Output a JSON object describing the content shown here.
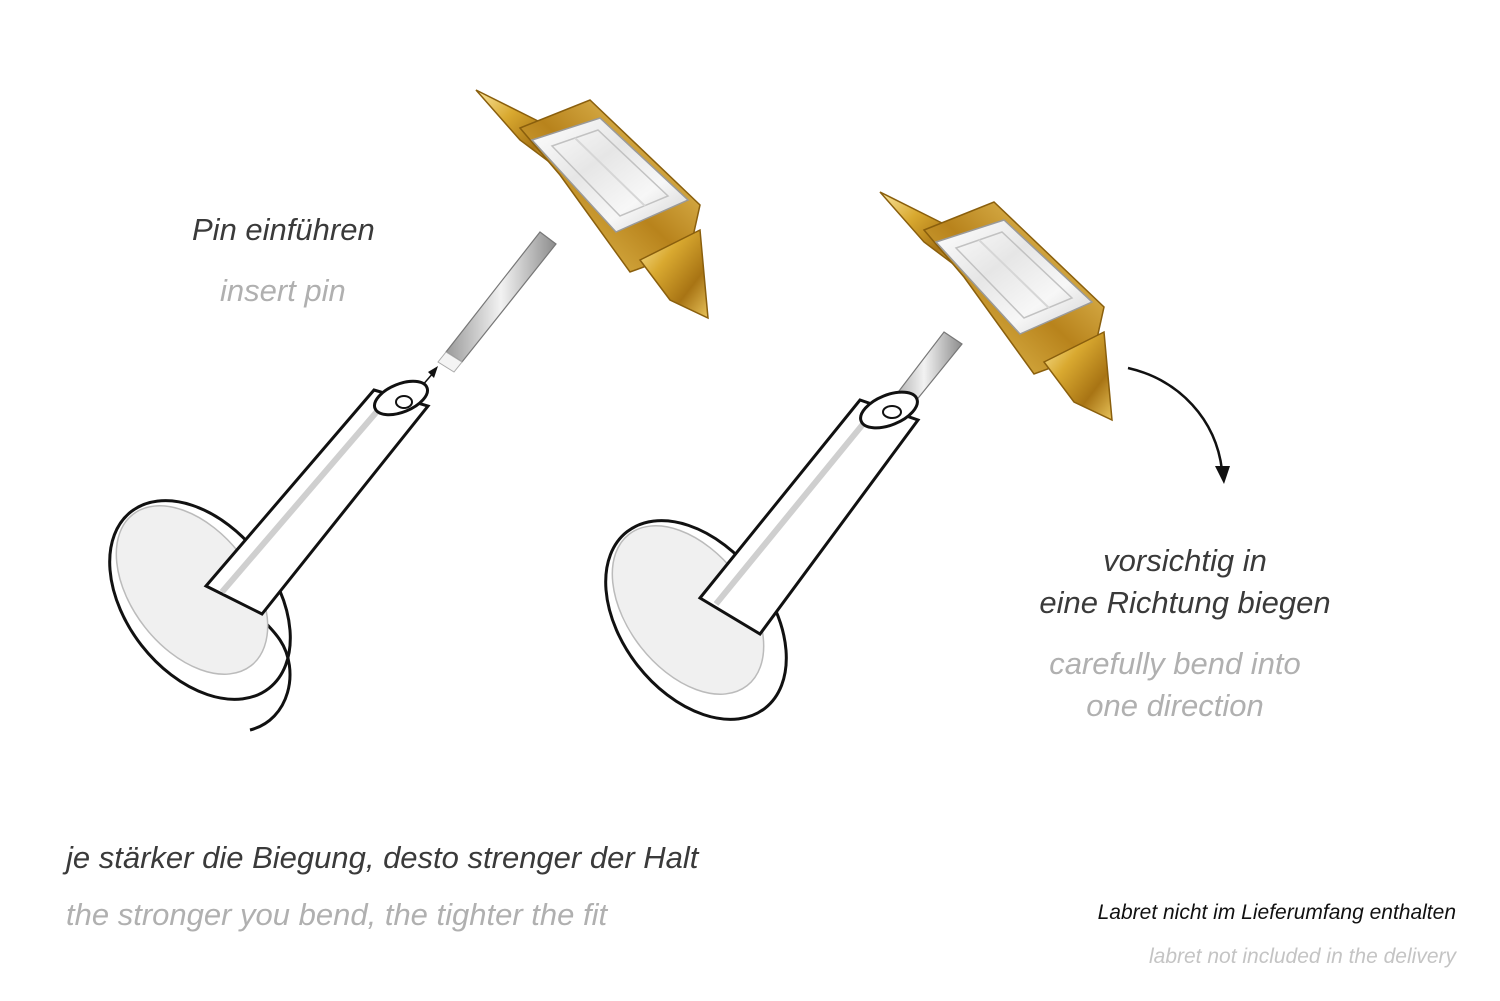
{
  "step_insert": {
    "de": "Pin einführen",
    "en": "insert pin"
  },
  "step_bend": {
    "de_line1": "vorsichtig in",
    "de_line2": "eine Richtung biegen",
    "en_line1": "carefully bend into",
    "en_line2": "one direction"
  },
  "tip": {
    "de": "je stärker die Biegung, desto strenger der Halt",
    "en": "the stronger you bend, the tighter the fit"
  },
  "note": {
    "de": "Labret nicht im Lieferumfang enthalten",
    "en": "labret not included in the delivery"
  },
  "colors": {
    "gold": "#d4a52a",
    "gold_dark": "#9a6d12",
    "gold_light": "#f3d77a",
    "silver": "#d9d9d9",
    "outline": "#111111",
    "text_dark": "#3a3a3a",
    "text_light": "#b0b0b0"
  }
}
